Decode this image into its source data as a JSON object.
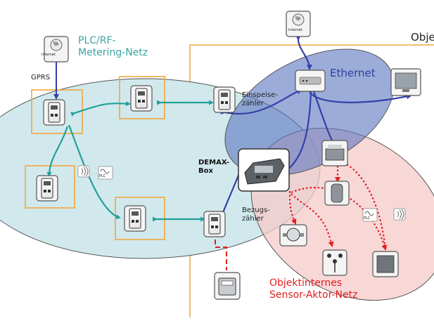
{
  "labels": {
    "plc_network_line1": "PLC/RF-",
    "plc_network_line2": "Metering-Netz",
    "ethernet": "Ethernet",
    "objekt_header": "Obje",
    "gprs": "GPRS",
    "internet_1": "Internet",
    "internet_2": "Internet",
    "einspeise_line1": "Einspeise-",
    "einspeise_line2": "zähler",
    "demax_line1": "DEMAX-",
    "demax_line2": "Box",
    "bezugs_line1": "Bezugs-",
    "bezugs_line2": "zähler",
    "sensor_net_line1": "Objektinternes",
    "sensor_net_line2": "Sensor-Aktor-Netz",
    "plc_badge_1": "PLC",
    "plc_badge_2": "PLC"
  },
  "colors": {
    "plc_ellipse": "#cfe8ec",
    "plc_title": "#3aa5a0",
    "ethernet_ellipse": "#7f96cc",
    "ethernet_title": "#2c3f9a",
    "sensor_ellipse": "#f6c9c9",
    "sensor_title": "#e02020",
    "teal_link": "#22a09a",
    "blue_link": "#3540a8",
    "red_link": "#e02020",
    "orange_frame": "#f2a63b"
  },
  "icons": {
    "internet": "globe-internet-icon",
    "meter": "electricity-meter-icon",
    "demax": "demax-box-icon",
    "router": "network-router-icon",
    "monitor": "monitor-icon",
    "printer": "heat-pump-icon",
    "tank": "storage-tank-icon",
    "water_meter": "water-meter-icon",
    "wind": "anemometer-icon",
    "cabinet": "cabinet-icon",
    "gas_meter": "gas-meter-icon",
    "radio": "radio-waves-icon",
    "plc": "plc-signal-icon"
  }
}
